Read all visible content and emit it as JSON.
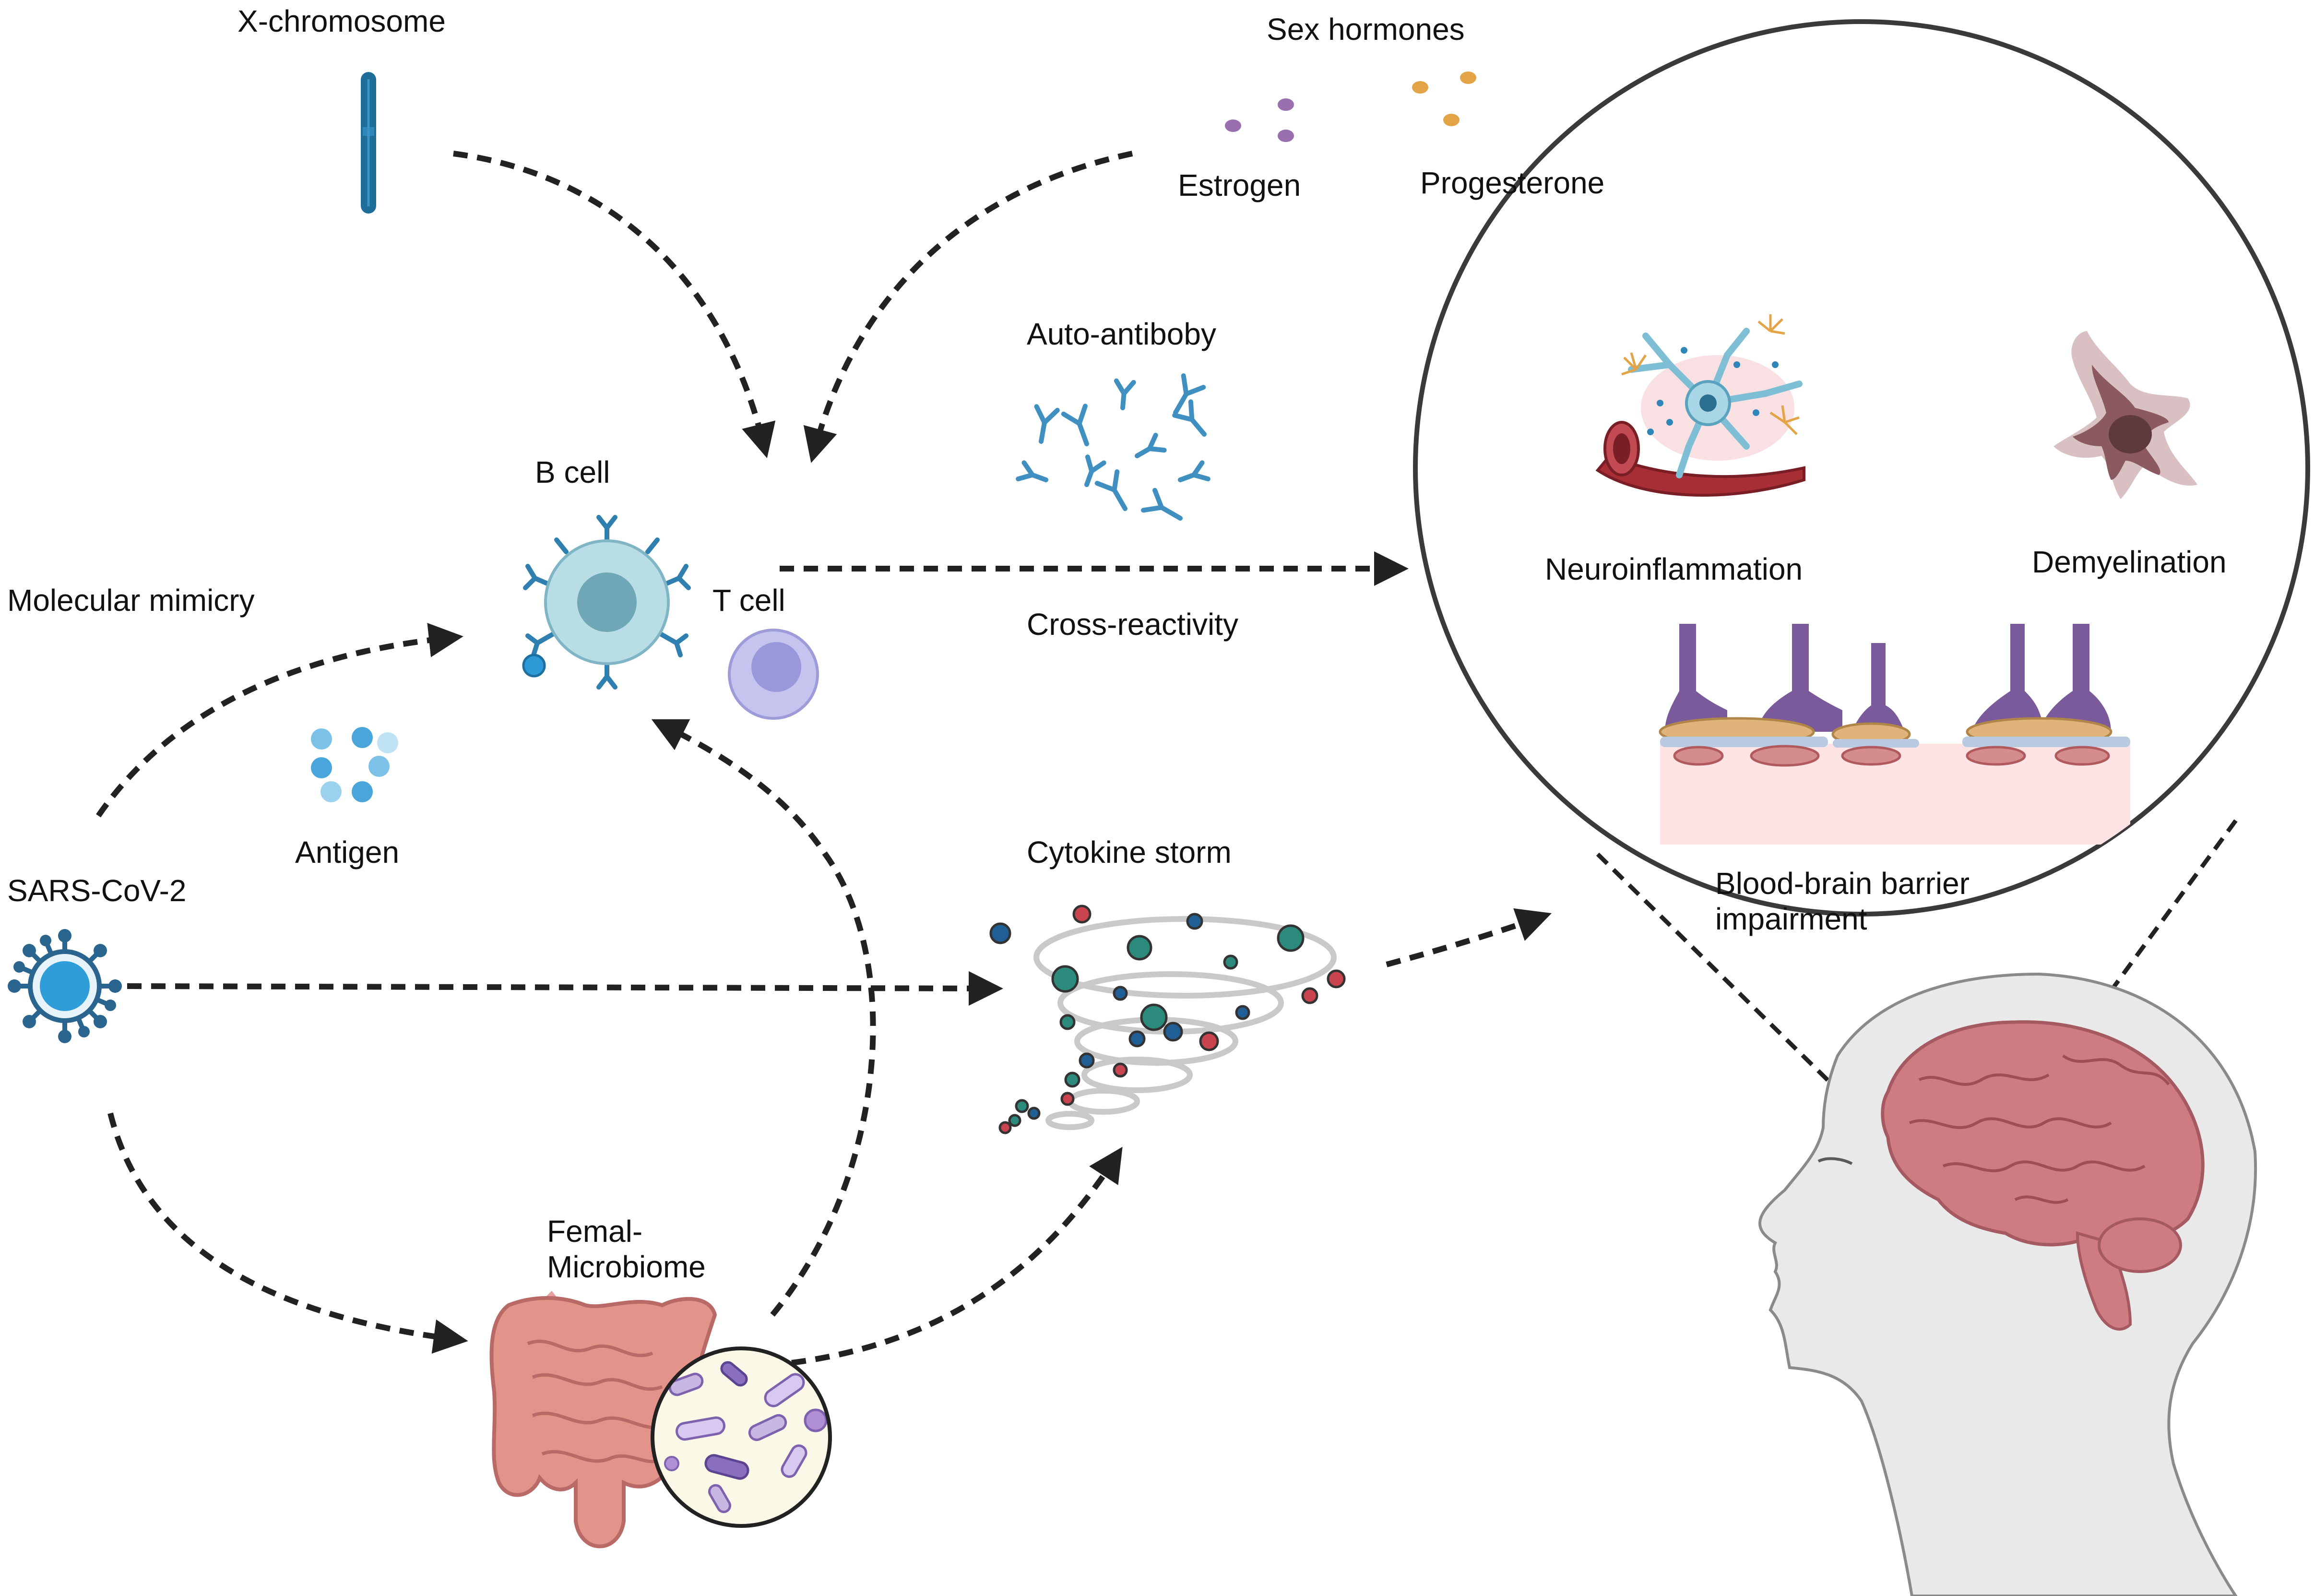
{
  "labels": {
    "x_chromosome": "X-chromosome",
    "sex_hormones": "Sex hormones",
    "estrogen": "Estrogen",
    "progesterone": "Progesterone",
    "auto_antibody": "Auto-antiboby",
    "b_cell": "B cell",
    "t_cell": "T cell",
    "molecular_mimicry": "Molecular mimicry",
    "cross_reactivity": "Cross-reactivity",
    "antigen": "Antigen",
    "sars_cov_2": "SARS-CoV-2",
    "cytokine_storm": "Cytokine storm",
    "femal_microbiome": "Femal-\nMicrobiome",
    "neuroinflammation": "Neuroinflammation",
    "demyelination": "Demyelination",
    "bbb_impairment": "Blood-brain barrier\nimpairment"
  },
  "colors": {
    "chromosome": "#1f6d99",
    "estrogen": "#9a6fb0",
    "progesterone": "#e3a447",
    "antibody": "#3f8fc0",
    "b_cell": "#8fc3d0",
    "t_cell": "#a9a8e0",
    "virus": "#2a6590",
    "cytokine_teal": "#2b8a7c",
    "cytokine_red": "#c9444f",
    "cytokine_blue": "#1f5f96",
    "intestine": "#e3938a",
    "brain": "#cf7b82",
    "head": "#e9e9e9",
    "arrow": "#222222"
  }
}
